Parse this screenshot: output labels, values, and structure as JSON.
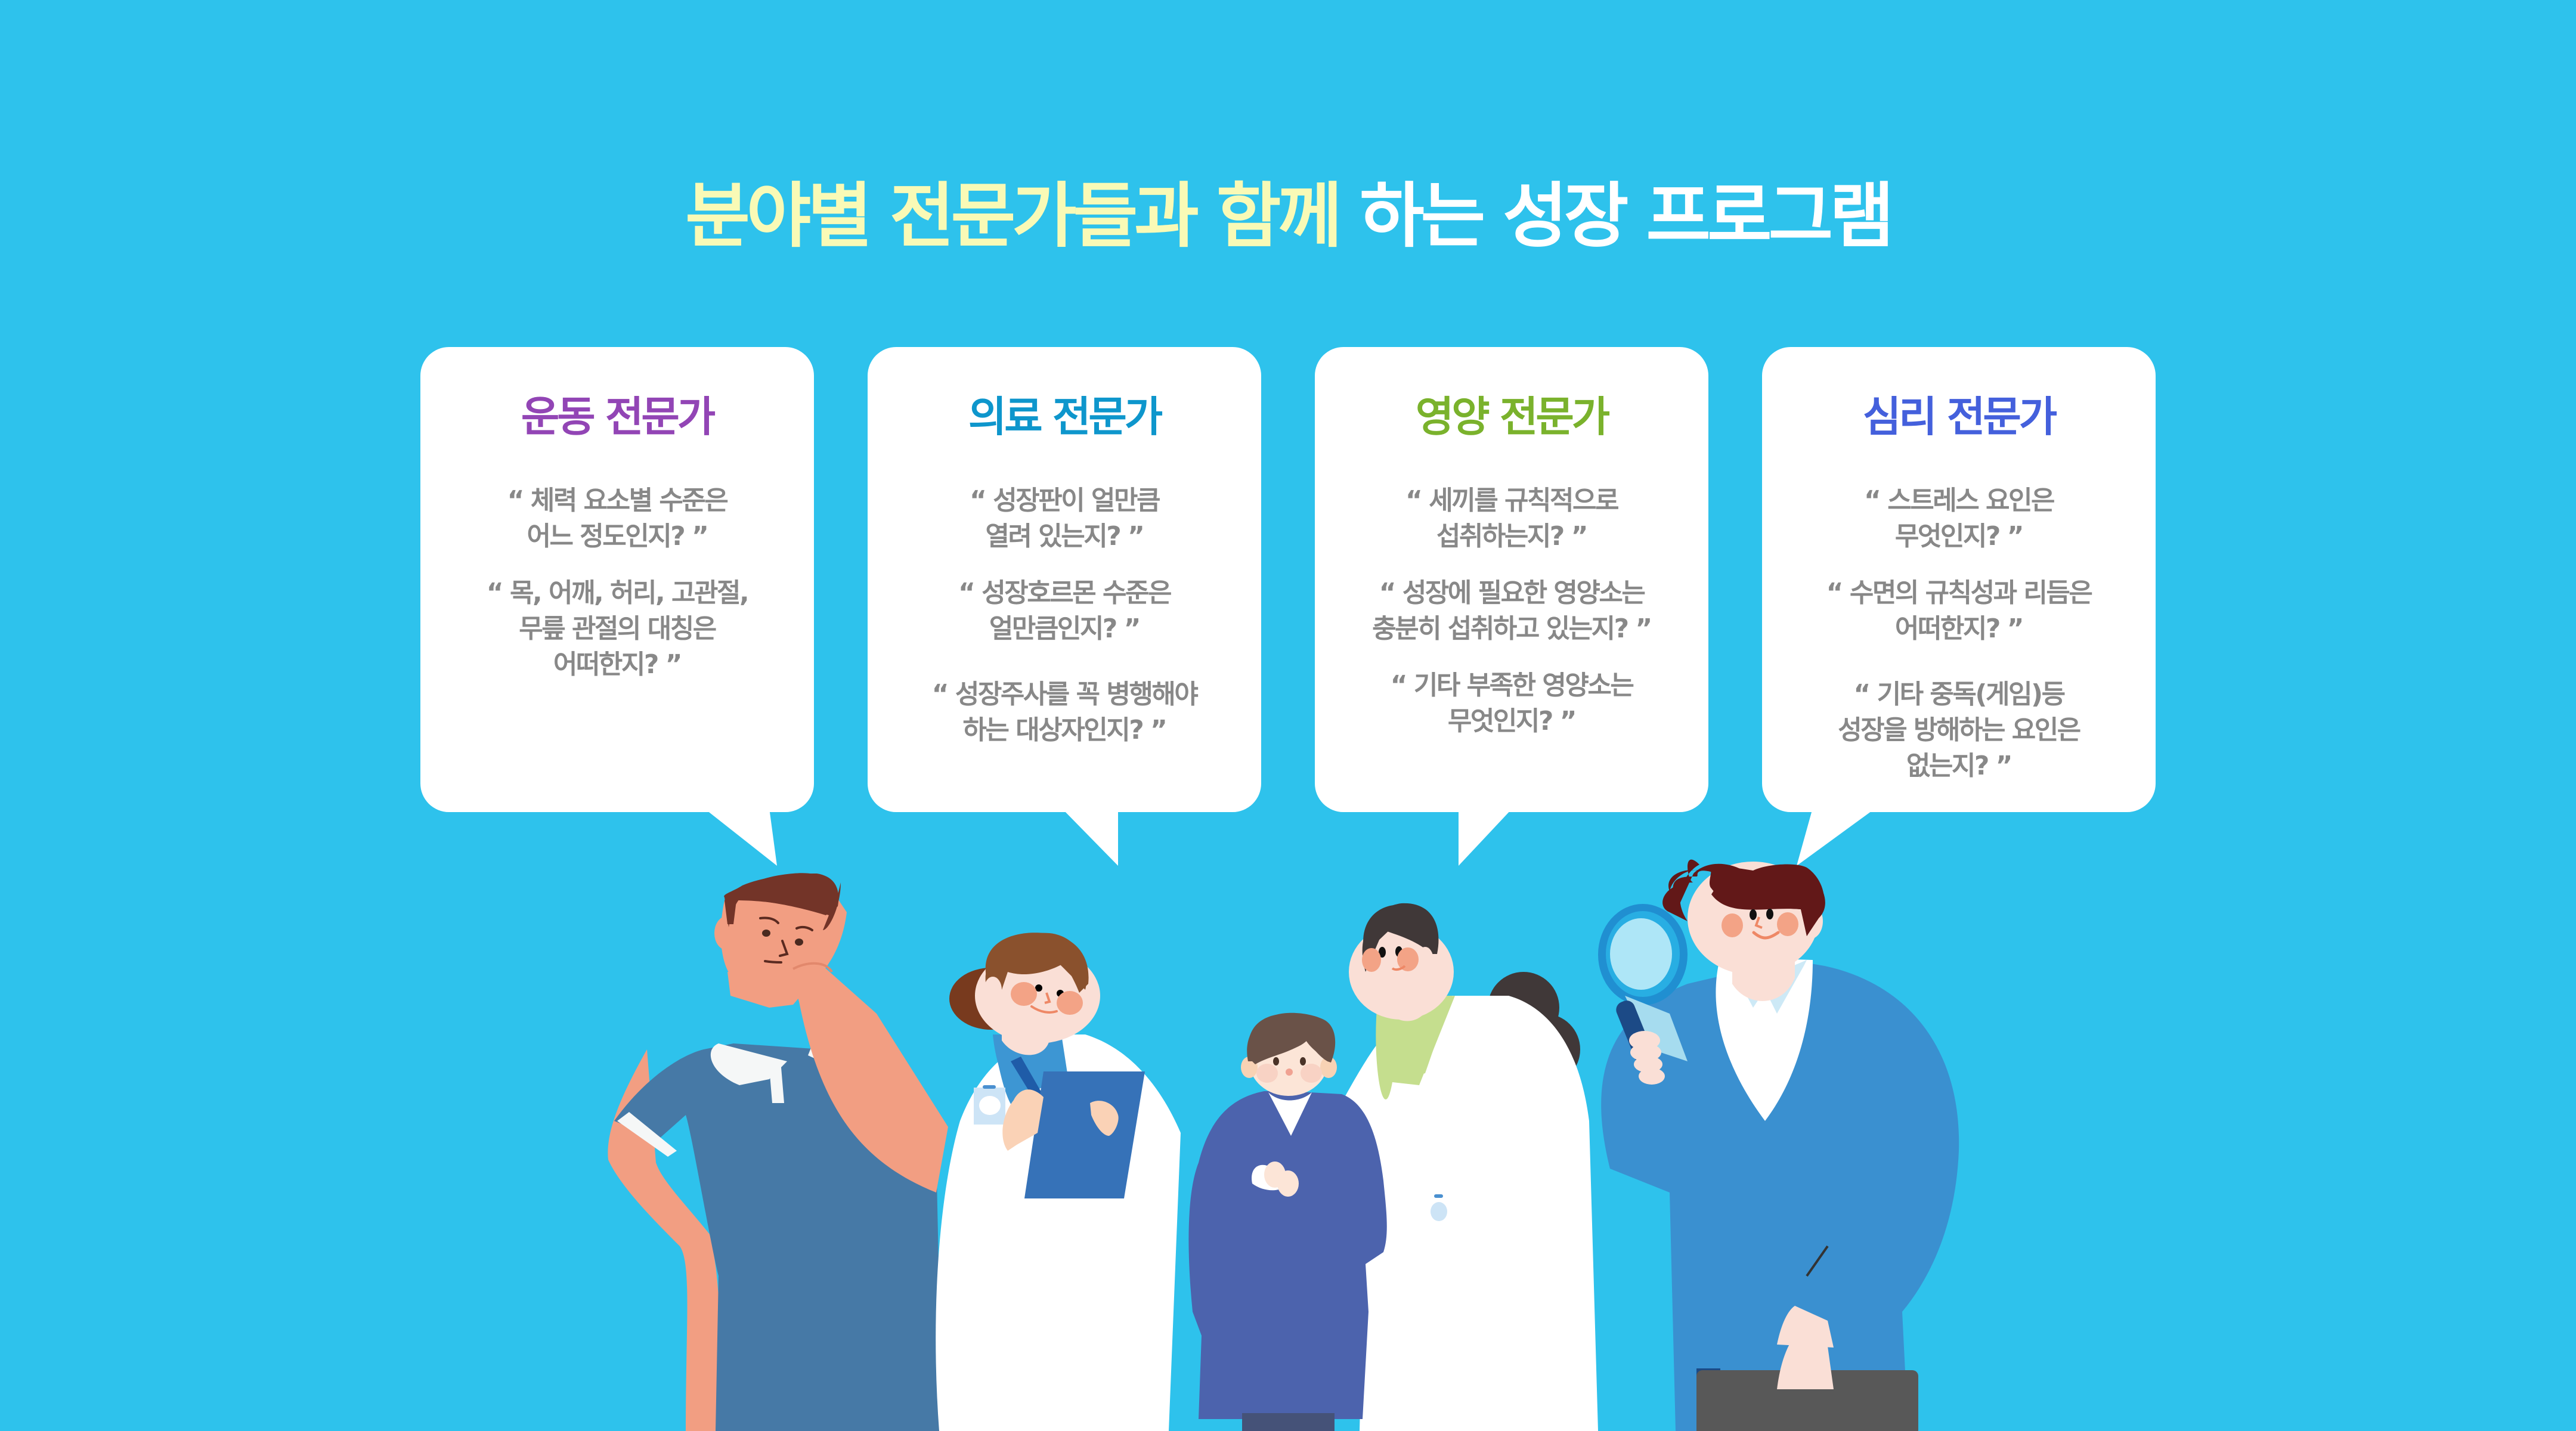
{
  "title": {
    "highlight": "분야별 전문가들과 함께",
    "rest": " 하는 성장 프로그램"
  },
  "colors": {
    "background": "#2EC2EC",
    "title_highlight": "#F9FAB6",
    "title_rest": "#FFFFFF",
    "question_text": "#888888"
  },
  "experts": [
    {
      "heading": "운동 전문가",
      "color": "#9245B5",
      "questions": [
        "“ 체력 요소별 수준은\n어느 정도인지? ”",
        "“ 목, 어깨, 허리, 고관절,\n무릎 관절의 대칭은\n어떠한지? ”"
      ]
    },
    {
      "heading": "의료 전문가",
      "color": "#0E96CC",
      "questions": [
        "“ 성장판이 얼만큼\n열려 있는지? ”",
        "“ 성장호르몬 수준은\n얼만큼인지? ”",
        "“ 성장주사를 꼭 병행해야\n하는 대상자인지? ”"
      ]
    },
    {
      "heading": "영양 전문가",
      "color": "#7AB22C",
      "questions": [
        "“ 세끼를 규칙적으로\n섭취하는지? ”",
        "“ 성장에 필요한 영양소는\n충분히 섭취하고 있는지? ”",
        "“ 기타 부족한 영양소는\n무엇인지? ”"
      ]
    },
    {
      "heading": "심리 전문가",
      "color": "#4460DC",
      "questions": [
        "“ 스트레스 요인은\n무엇인지? ”",
        "“ 수면의 규칙성과 리듬은\n어떠한지? ”",
        "“ 기타 중독(게임)등\n성장을 방해하는 요인은\n없는지? ”"
      ]
    }
  ],
  "illustration": {
    "characters": [
      "exercise-expert-man",
      "medical-doctor-woman",
      "child",
      "nutrition-expert-woman",
      "psychology-expert-man"
    ]
  }
}
